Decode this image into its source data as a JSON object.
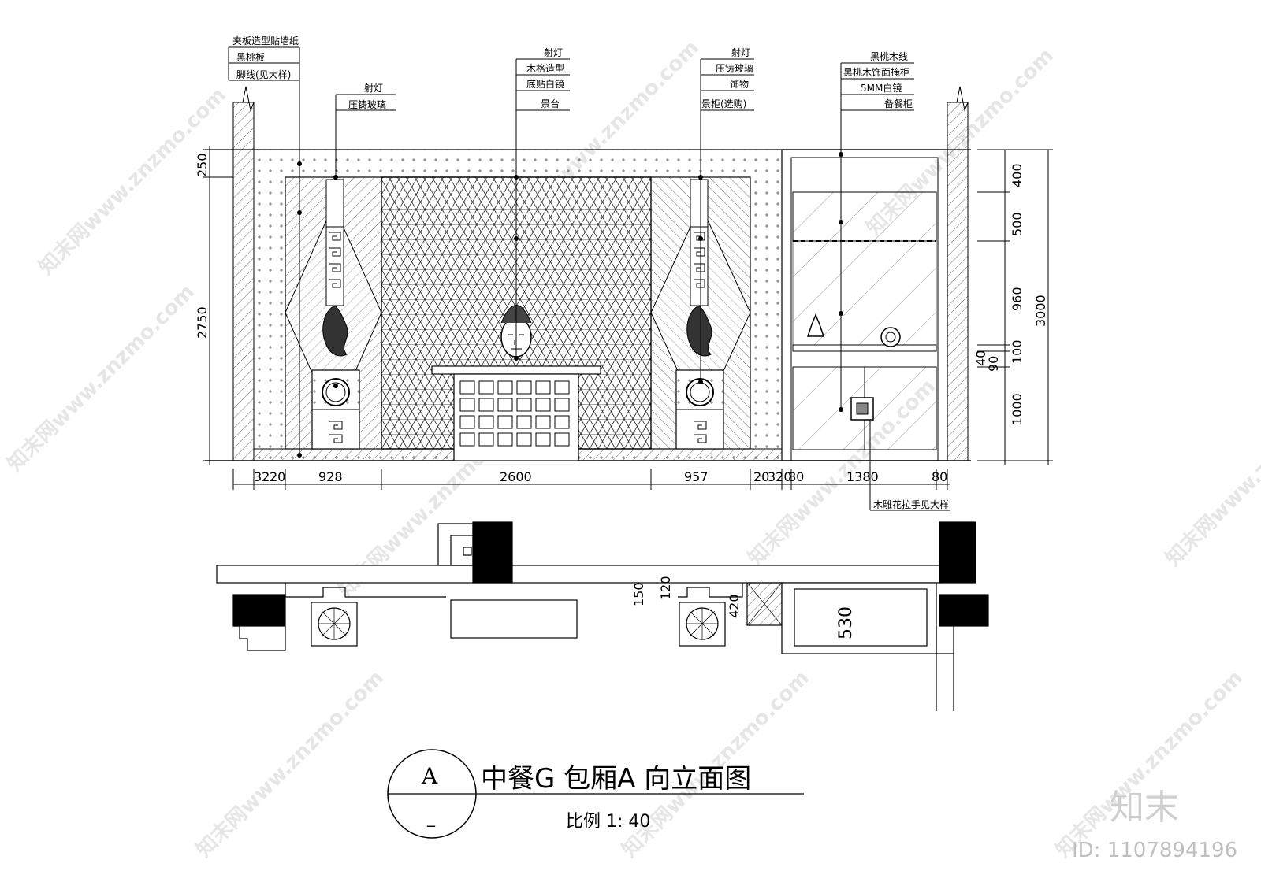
{
  "title": {
    "mark": "A",
    "sub": "_",
    "main": "中餐G 包厢A 向立面图",
    "scale": "比例 1: 40"
  },
  "callouts": {
    "left_group": [
      "夹板造型贴墙纸",
      "黑桃板",
      "脚线(见大样)"
    ],
    "left_light": [
      "射灯",
      "压铸玻璃"
    ],
    "center": [
      "射灯",
      "木格造型",
      "底贴白镜",
      "景台"
    ],
    "right_light": [
      "射灯",
      "压铸玻璃",
      "饰物",
      "景柜(选购)"
    ],
    "cabinet": [
      "黑桃木线",
      "黑桃木饰面掩柜",
      "5MM白镜",
      "备餐柜"
    ],
    "handle": "木雕花拉手见大样"
  },
  "dims": {
    "left_v": [
      "250",
      "2750"
    ],
    "right_v": [
      "400",
      "500",
      "960",
      "40",
      "90",
      "100",
      "1000"
    ],
    "total_v": "3000",
    "bottom": [
      "32",
      "20",
      "928",
      "2600",
      "957",
      "20",
      "320",
      "80",
      "1380",
      "80"
    ],
    "plan": [
      "150",
      "120",
      "420",
      "530"
    ]
  },
  "watermark": {
    "brand": "知末",
    "site": "知末网www.znzmo.com",
    "id": "ID: 1107894196"
  }
}
